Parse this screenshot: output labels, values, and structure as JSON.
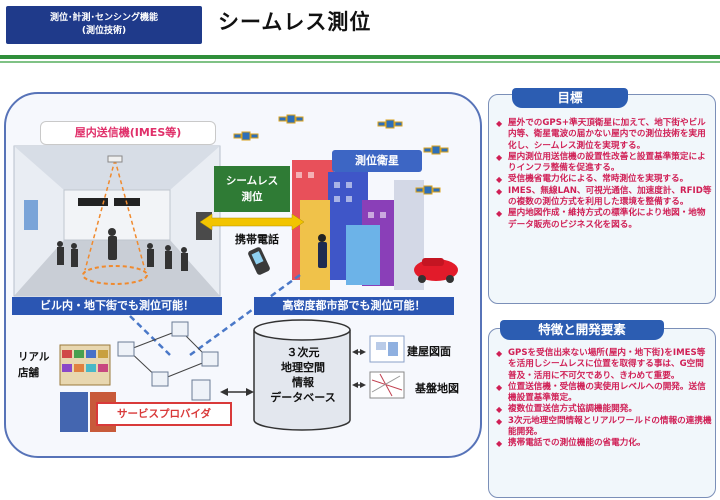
{
  "header": {
    "category_line1": "測位･計測･センシング機能",
    "category_line2": "(測位技術)",
    "title": "シームレス測位"
  },
  "diagram": {
    "indoor_transmitter": "屋内送信機(IMES等)",
    "positioning_satellite": "測位衛星",
    "seamless_line1": "シームレス",
    "seamless_line2": "測位",
    "mobile_phone": "携帯電話",
    "banner_left": "ビル内・地下街でも測位可能！",
    "banner_right": "高密度都市部でも測位可能！",
    "real_store_line1": "リアル",
    "real_store_line2": "店舗",
    "service_provider": "サービスプロバイダ",
    "geo_line1": "３次元",
    "geo_line2": "地理空間",
    "geo_line3": "情報",
    "geo_line4": "データベース",
    "building_drawing": "建屋図面",
    "base_map": "基盤地図"
  },
  "goals": {
    "heading": "目標",
    "items": [
      "屋外でのGPS+準天頂衛星に加えて、地下街やビル内等、衛星電波の届かない屋内での測位技術を実用化し、シームレス測位を実現する。",
      "屋内測位用送信機の設置性改善と設置基準策定によりインフラ整備を促進する。",
      "受信機省電力化による、常時測位を実現する。",
      "IMES、無線LAN、可視光通信、加速度計、RFID等の複数の測位方式を利用した環境を整備する。",
      "屋内地図作成・維持方式の標準化により地図・地物データ販売のビジネス化を図る。"
    ]
  },
  "features": {
    "heading": "特徴と開発要素",
    "items": [
      "GPSを受信出来ない場所(屋内・地下街)をIMES等を活用しシームレスに位置を取得する事は、G空間普及・活用に不可欠であり、きわめて重要。",
      "位置送信機・受信機の実使用レベルへの開発。送信機設置基準策定。",
      "複数位置送信方式協調機能開発。",
      "3次元地理空間情報とリアルワールドの情報の連携機能開発。",
      "携帯電話での測位機能の省電力化。"
    ]
  },
  "colors": {
    "header_box": "#1f3a8a",
    "accent_green": "#2f8f3a",
    "frame_blue": "#5773b8",
    "banner_blue": "#2b56b3",
    "bullet_red": "#d01f55",
    "provider_red": "#d93a3a"
  }
}
